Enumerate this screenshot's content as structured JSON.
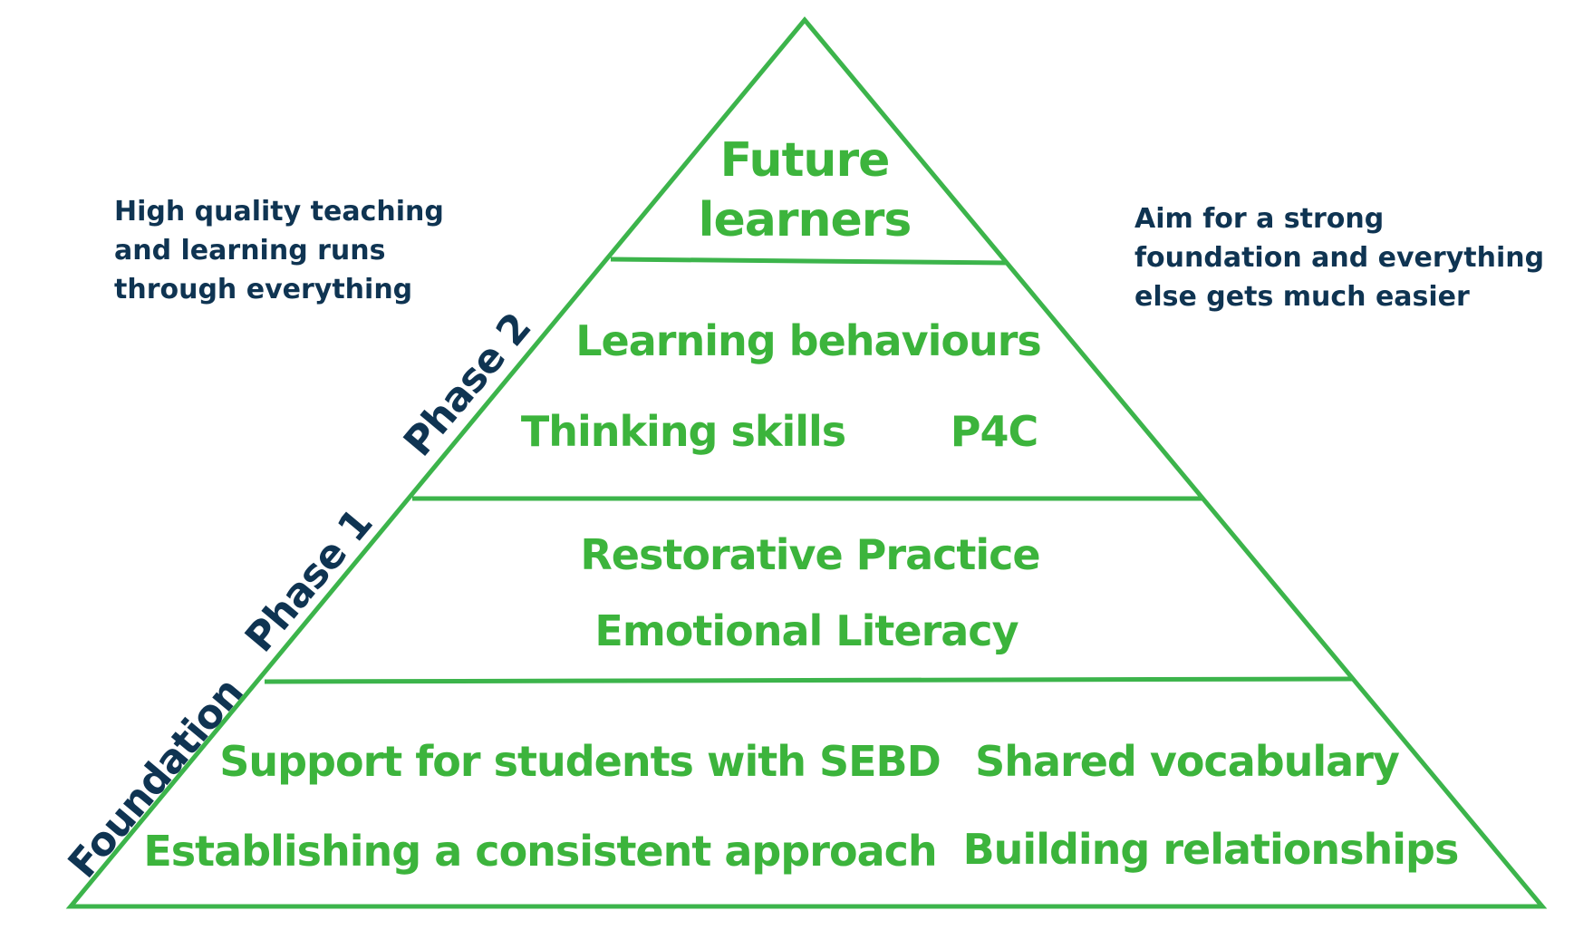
{
  "colors": {
    "pyramid_line": "#3cb44b",
    "tier_text": "#3cb43c",
    "label_text": "#0f3452"
  },
  "pyramid": {
    "top": {
      "line1": "Future",
      "line2": "learners"
    },
    "phase2": {
      "label": "Phase 2",
      "item1": "Learning behaviours",
      "item2": "Thinking skills",
      "item3": "P4C"
    },
    "phase1": {
      "label": "Phase 1",
      "item1": "Restorative Practice",
      "item2": "Emotional Literacy"
    },
    "foundation": {
      "label": "Foundation",
      "item1": "Support for students with SEBD",
      "item2": "Shared vocabulary",
      "item3": "Establishing a consistent approach",
      "item4": "Building relationships"
    }
  },
  "notes": {
    "left": {
      "line1": "High quality teaching",
      "line2": "and learning runs",
      "line3": "through everything"
    },
    "right": {
      "line1": "Aim for a strong",
      "line2": "foundation and everything",
      "line3": "else gets much easier"
    }
  }
}
